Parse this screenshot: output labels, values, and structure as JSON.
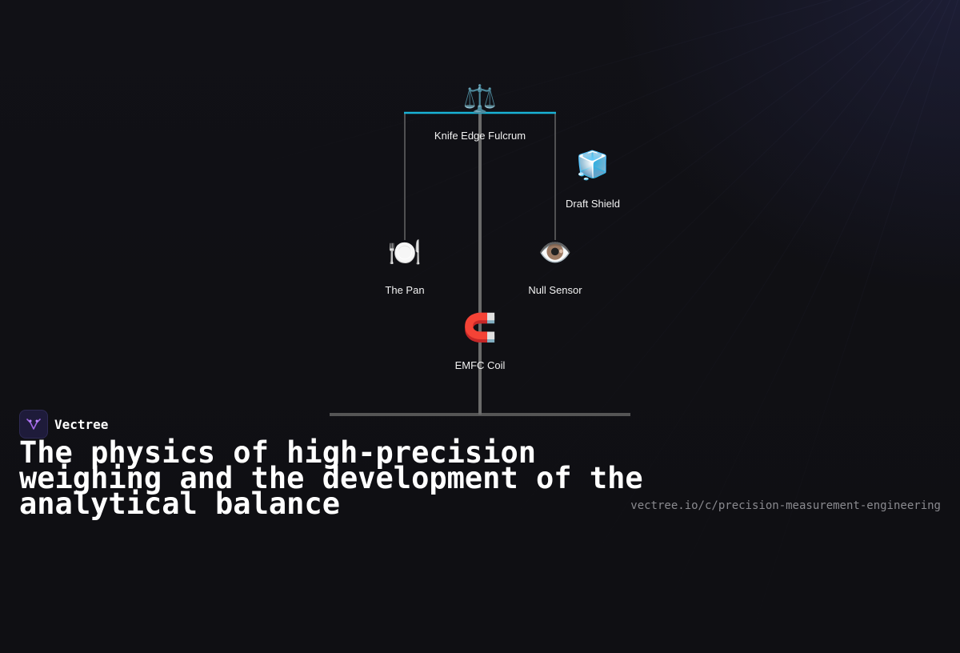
{
  "diagram": {
    "nodes": [
      {
        "id": "fulcrum",
        "icon": "balance-scale-icon",
        "glyph": "⚖️",
        "label": "Knife Edge Fulcrum"
      },
      {
        "id": "shield",
        "icon": "ice-cube-icon",
        "glyph": "🧊",
        "label": "Draft Shield"
      },
      {
        "id": "pan",
        "icon": "plate-cutlery-icon",
        "glyph": "🍽️",
        "label": "The Pan"
      },
      {
        "id": "sensor",
        "icon": "eye-icon",
        "glyph": "👁️",
        "label": "Null Sensor"
      },
      {
        "id": "coil",
        "icon": "magnet-icon",
        "glyph": "🧲",
        "label": "EMFC Coil"
      }
    ],
    "colors": {
      "beam": "#19b3d6",
      "post": "#6b6b6b",
      "strings": "#7a7a7a",
      "base": "#555555"
    }
  },
  "brand": {
    "name": "Vectree",
    "logo_icon": "vectree-logo-icon"
  },
  "title": "The physics of high-precision weighing and the development of the analytical balance",
  "url": "vectree.io/c/precision-measurement-engineering"
}
